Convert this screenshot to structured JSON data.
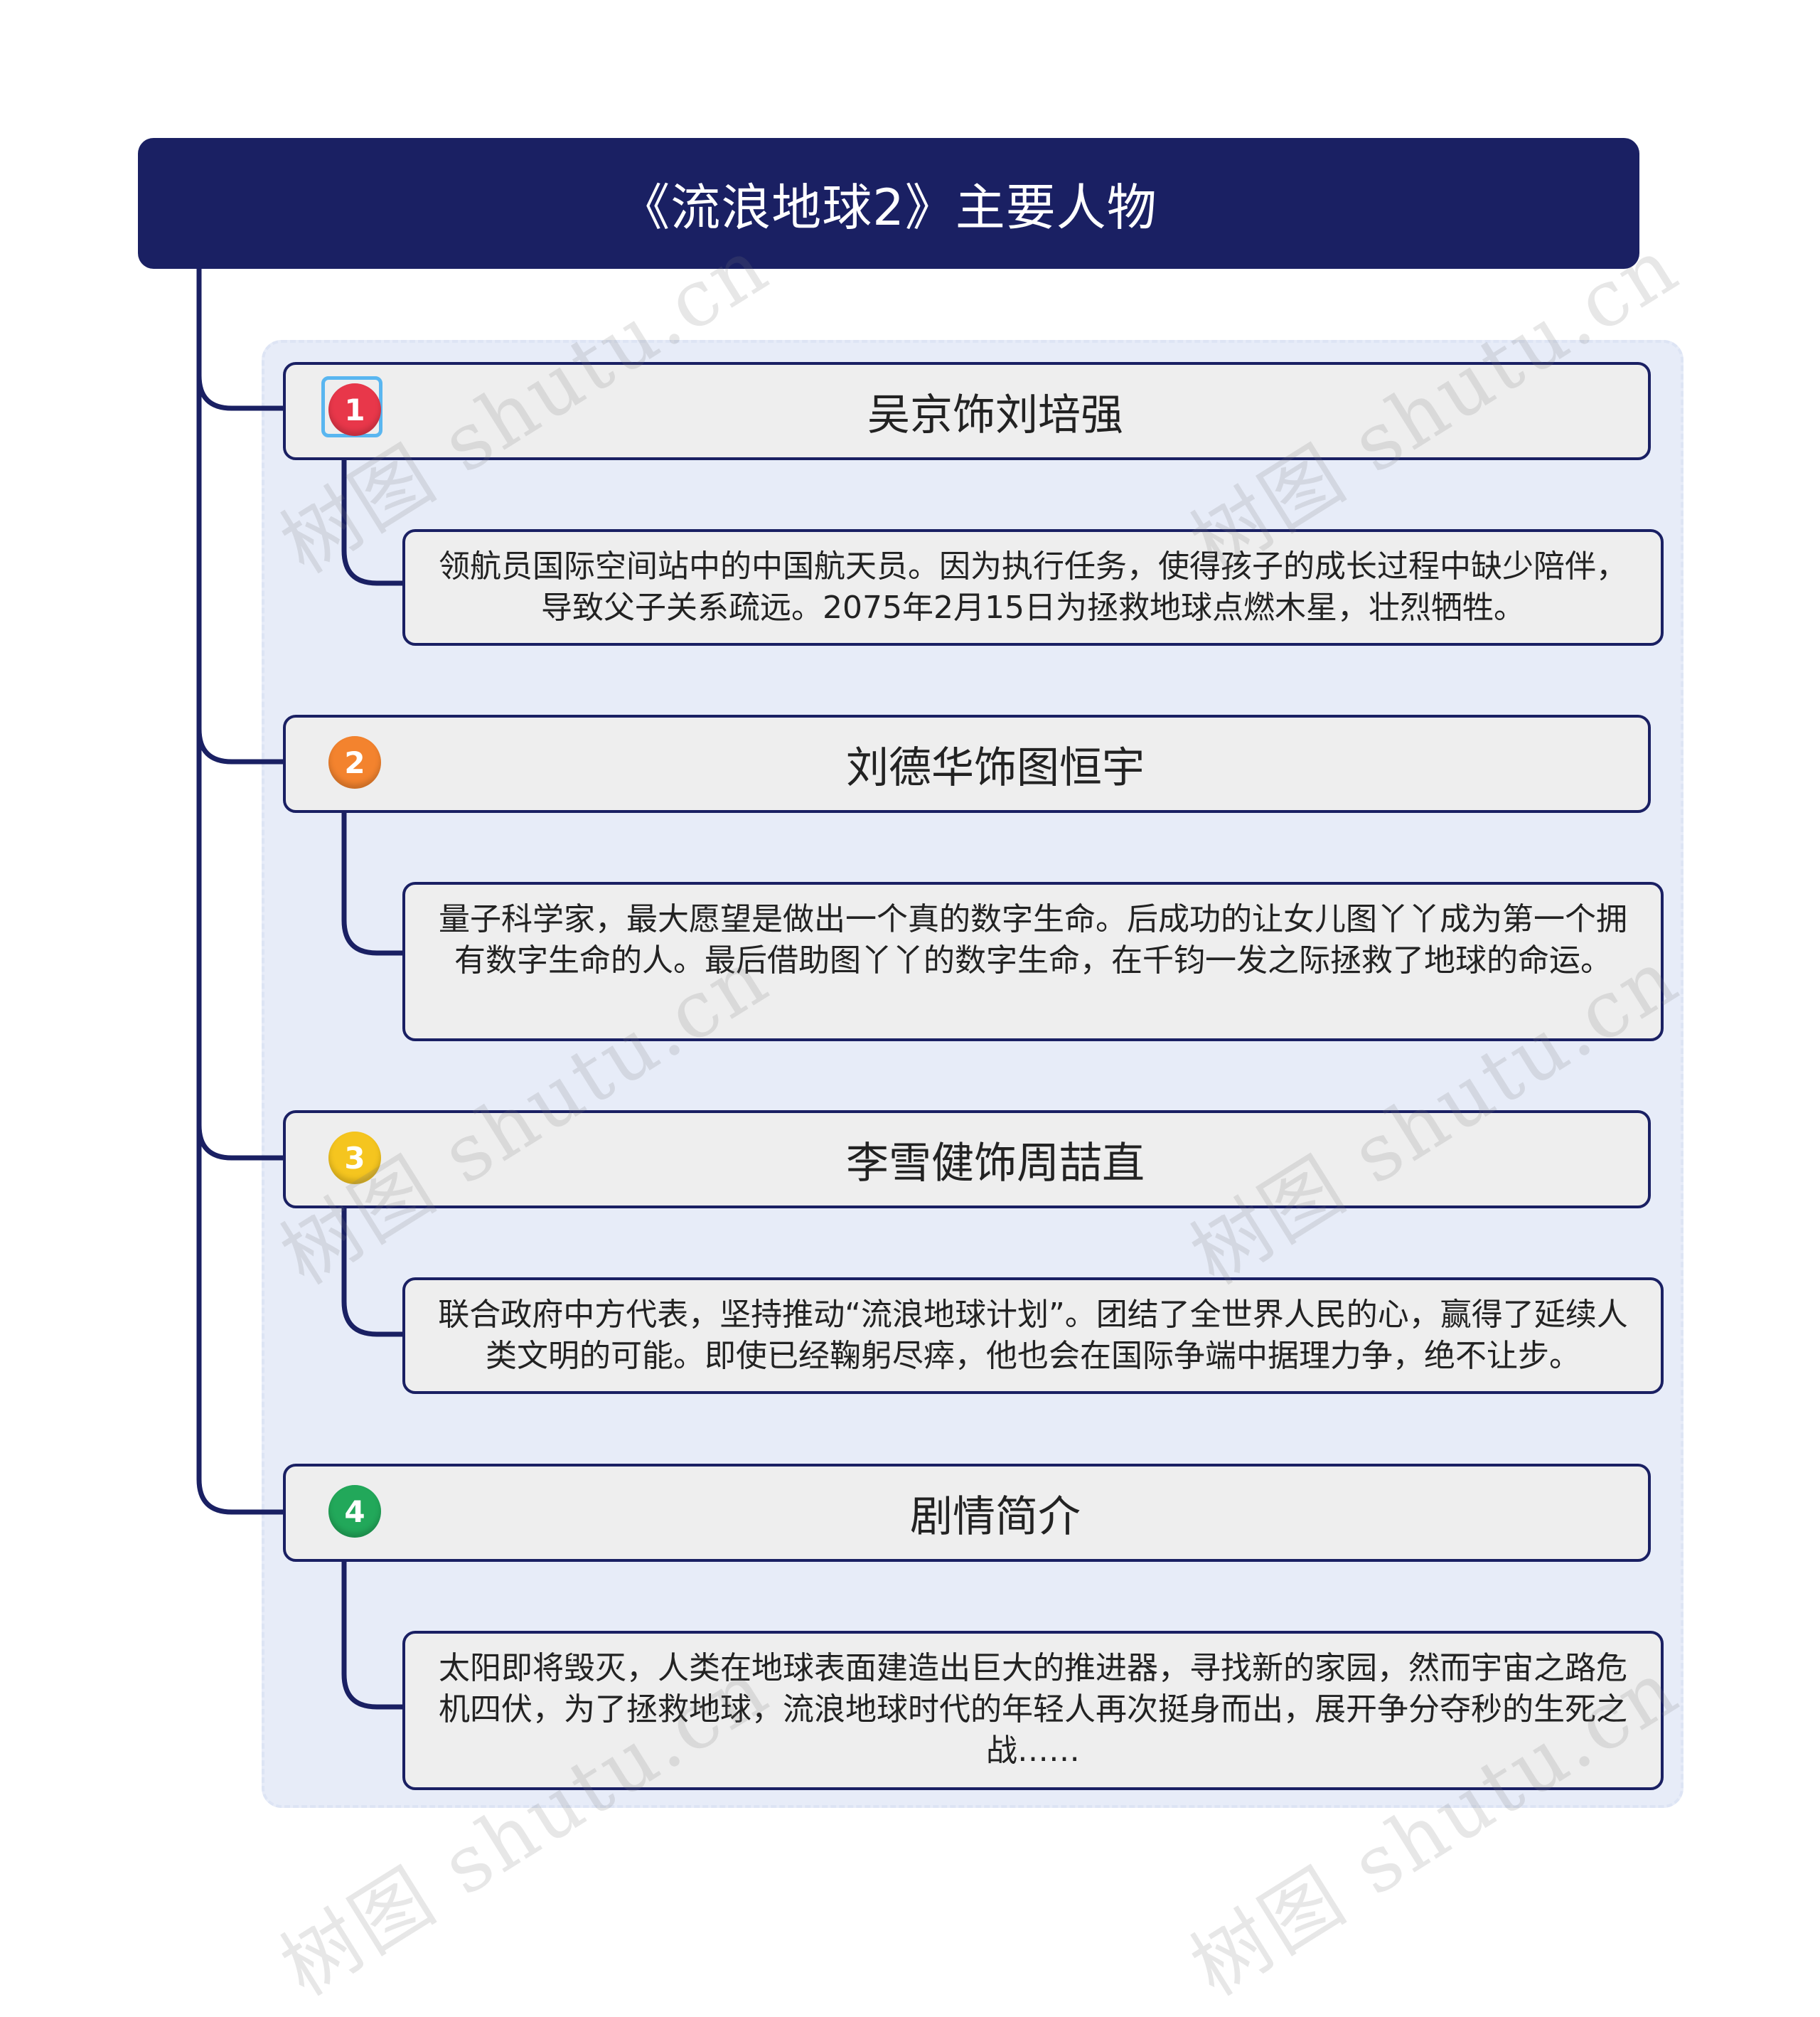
{
  "title": "《流浪地球2》主要人物",
  "accent_color": "#1a2063",
  "topics": [
    {
      "marker": "1",
      "marker_color": "#e8374a",
      "label": "吴京饰刘培强",
      "description": "领航员国际空间站中的中国航天员。因为执行任务，使得孩子的成长过程中缺少陪伴，导致父子关系疏远。2075年2月15日为拯救地球点燃木星，壮烈牺牲。"
    },
    {
      "marker": "2",
      "marker_color": "#f3832e",
      "label": "刘德华饰图恒宇",
      "description": "量子科学家，最大愿望是做出一个真的数字生命。后成功的让女儿图丫丫成为第一个拥有数字生命的人。最后借助图丫丫的数字生命，在千钧一发之际拯救了地球的命运。"
    },
    {
      "marker": "3",
      "marker_color": "#f5c51f",
      "label": "李雪健饰周喆直",
      "description": "联合政府中方代表，坚持推动“流浪地球计划”。团结了全世界人民的心，赢得了延续人类文明的可能。即使已经鞠躬尽瘁，他也会在国际争端中据理力争，绝不让步。"
    },
    {
      "marker": "4",
      "marker_color": "#22a85a",
      "label": "剧情简介",
      "description": "太阳即将毁灭，人类在地球表面建造出巨大的推进器，寻找新的家园，然而宇宙之路危机四伏，为了拯救地球，流浪地球时代的年轻人再次挺身而出，展开争分夺秒的生死之战……"
    }
  ],
  "watermark": "树图 shutu.cn"
}
